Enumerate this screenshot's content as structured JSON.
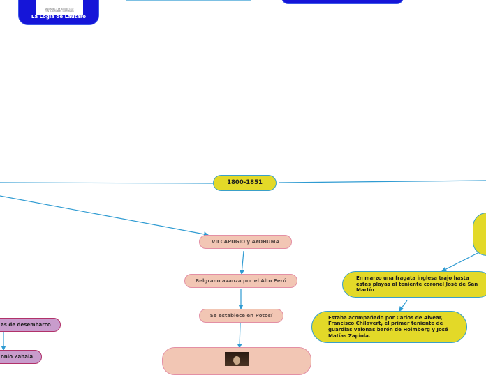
{
  "nodes": {
    "logia": "La Logia de Lautaro",
    "logia_doc_line1": "SESION DEL 2 DE MAYO DE 1812",
    "logia_doc_line2": "Y EN EL ACTA NUM. 183 TOMADA",
    "central": "1800-1851",
    "vilcapugio": "VILCAPUGIO y AYOHUMA",
    "belgrano": "Belgrano avanza por el Alto Perú",
    "potosi": "Se establece en Potosí",
    "fragata": "En marzo una fragata inglesa trajo hasta estas playas al teniente coronel José de San Martín",
    "alvear": "Estaba acompañado por Carlos de Alvear, Francisco Chilavert, el primer teniente de guardias valonas barón de Holmberg y José Matías Zapiola.",
    "desembarco": "as de desembarco",
    "zabala": "onio Zabala"
  },
  "colors": {
    "link": "#2f9bd2",
    "yellow_node": "#e3d928",
    "pink_node": "#f2c6b4",
    "purple_node": "#c89ccc",
    "blue_node": "#1515d8"
  }
}
